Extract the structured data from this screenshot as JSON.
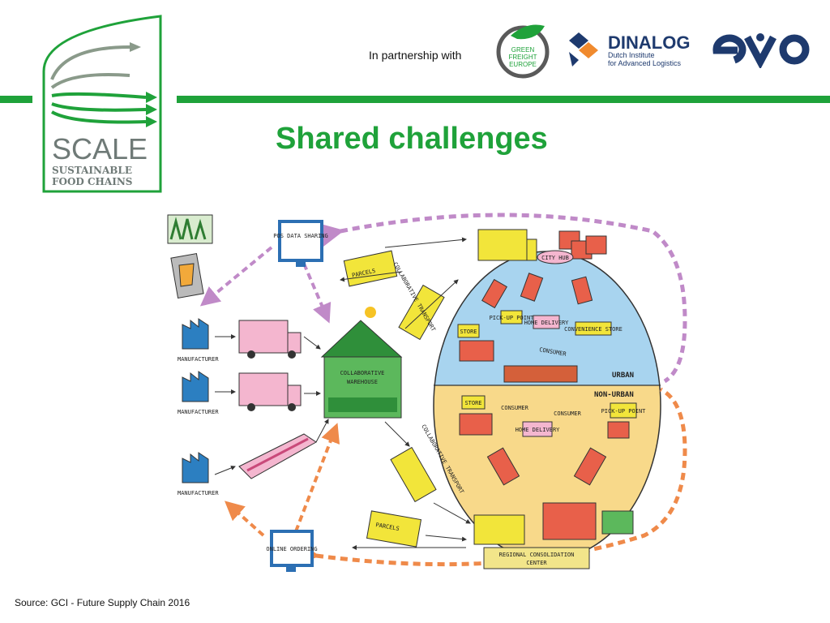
{
  "header": {
    "partnership_text": "In partnership with",
    "title": "Shared challenges"
  },
  "logos": {
    "scale": {
      "name": "SCALE",
      "sub1": "SUSTAINABLE",
      "sub2": "FOOD CHAINS"
    },
    "gfe": {
      "line1": "GREEN",
      "line2": "FREIGHT",
      "line3": "EUROPE"
    },
    "dinalog": {
      "name": "DINALOG",
      "sub1": "Dutch Institute",
      "sub2": "for Advanced Logistics"
    },
    "evo": {
      "name": "evo"
    }
  },
  "diagram": {
    "pos_data_sharing": "POS DATA SHARING",
    "parcels_top": "PARCELS",
    "parcels_bottom": "PARCELS",
    "collab_transport_top": "COLLABORATIVE TRANSPORT",
    "collab_transport_bottom": "COLLABORATIVE TRANSPORT",
    "collab_warehouse_1": "COLLABORATIVE",
    "collab_warehouse_2": "WAREHOUSE",
    "manufacturer_1": "MANUFACTURER",
    "manufacturer_2": "MANUFACTURER",
    "manufacturer_3": "MANUFACTURER",
    "city_hub": "CITY HUB",
    "store_urban": "STORE",
    "pickup_point_urban": "PICK-UP POINT",
    "home_delivery_urban": "HOME DELIVERY",
    "convenience_store": "CONVENIENCE STORE",
    "consumer_urban": "CONSUMER",
    "urban": "URBAN",
    "non_urban": "NON-URBAN",
    "store_nonurban": "STORE",
    "consumer_nonurban_1": "CONSUMER",
    "consumer_nonurban_2": "CONSUMER",
    "home_delivery_nonurban": "HOME DELIVERY",
    "pickup_point_nonurban": "PICK-UP POINT",
    "online_ordering": "ONLINE ORDERING",
    "regional_consolidation_1": "REGIONAL CONSOLIDATION",
    "regional_consolidation_2": "CENTER"
  },
  "footer": {
    "source": "Source: GCI - Future Supply Chain 2016"
  },
  "colors": {
    "brand_green": "#1fa23a",
    "urban_blue": "#a8d4ef",
    "nonurban_yellow": "#f8d98a",
    "truck_yellow": "#f2e53a",
    "truck_red": "#e8604a",
    "purple_arrow": "#c08ac8",
    "orange_arrow": "#ef8a4a"
  }
}
